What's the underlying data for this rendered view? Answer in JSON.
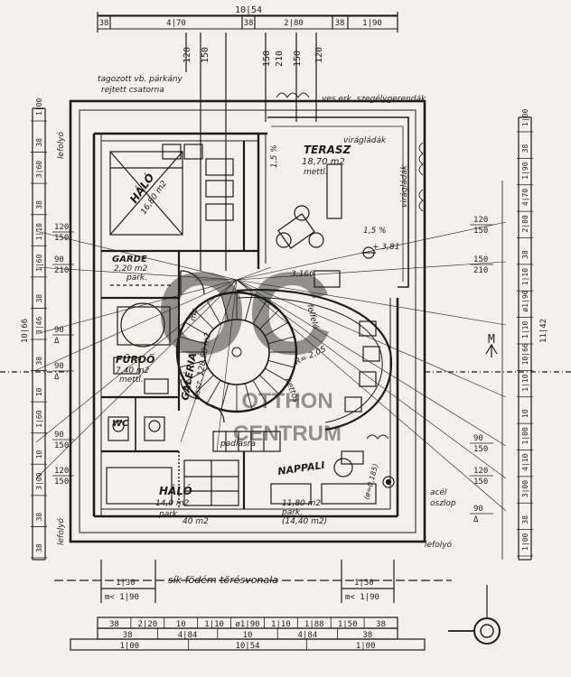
{
  "colors": {
    "paper": "#f4f1ea",
    "ink": "#1c1c1c",
    "watermark": "#9a9a9a"
  },
  "watermark": {
    "line1": "OTTHON",
    "line2": "CENTRUM",
    "logo": "OC"
  },
  "top_dims": {
    "total": "10|54",
    "segments": [
      "38",
      "4|70",
      "38",
      "2|80",
      "38",
      "1|90"
    ]
  },
  "bottom_dims": {
    "row1": [
      "38",
      "2|20",
      "10",
      "1|10",
      "ø1|90",
      "1|10",
      "1|88",
      "1|50",
      "38"
    ],
    "row2": [
      "38",
      "4|84",
      "10",
      "4|84",
      "38"
    ],
    "row3": [
      "1|00",
      "10|54",
      "1|00"
    ]
  },
  "vertical_dims_top": [
    "120",
    "150",
    "150",
    "210",
    "150",
    "120"
  ],
  "left_dims": [
    "1|00",
    "38",
    "3|60",
    "38",
    "1|10",
    "1|60",
    "38",
    "3|46",
    "38",
    "10",
    "1|60",
    "10",
    "3|00",
    "38",
    "38"
  ],
  "left_total": "10|66",
  "right_dims": [
    "1|00",
    "38",
    "1|90",
    "4|70",
    "2|80",
    "38",
    "1|10",
    "ø1|90",
    "1|10",
    "10|66",
    "1|10",
    "10",
    "1|00",
    "4|10",
    "3|00",
    "38",
    "1|00"
  ],
  "right_total": "11|42",
  "pairs_left": [
    {
      "a": "120",
      "b": "150"
    },
    {
      "a": "90",
      "b": "210"
    },
    {
      "a": "90",
      "b": "Δ"
    },
    {
      "a": "90",
      "b": "Δ"
    },
    {
      "a": "90",
      "b": "150"
    },
    {
      "a": "120",
      "b": "150"
    }
  ],
  "pairs_right": [
    {
      "a": "120",
      "b": "150"
    },
    {
      "a": "150",
      "b": "210"
    },
    {
      "a": "90",
      "b": "150"
    },
    {
      "a": "120",
      "b": "150"
    },
    {
      "a": "90",
      "b": "Δ"
    }
  ],
  "labels": {
    "tagozott1": "tagozott vb. párkány",
    "tagozott2": "rejtett csatorna",
    "ves": "ves erk. szegélygerendák",
    "viragladak_top": "virágládák",
    "viragladak_side": "virágládák",
    "terasz": "TERASZ",
    "terasz_area": "18,70 m2",
    "terasz_floor": "mettl.",
    "halo1": "HÁLÓ",
    "halo1_area": "16,80 m2",
    "garde": "GARDE",
    "garde_area": "2,20 m2",
    "garde_floor": "park.",
    "furdo": "FÜRDŐ",
    "furdo_area": "7,40 m2",
    "furdo_floor": "mettl.",
    "wc": "WC",
    "galeria": "GALÉRIA",
    "galeria_area": "össz. 128,50 m2",
    "galeria_floor": "mc.",
    "halo2": "HÁLÓ",
    "halo2_area": "14,0 m2",
    "halo2_floor": "park.",
    "halo2_extra": "40 m2",
    "nappali": "NAPPALI",
    "nappali_area": "11,80 m2",
    "nappali_floor": "park.",
    "nappali_extra": "(14,40 m2)",
    "padlasra": "padlásra",
    "lefolyo1": "lefolyó",
    "lefolyo2": "lefolyó",
    "lefolyo3": "lefolyó",
    "acel": "acél",
    "oszlop": "oszlop",
    "oszlop_d": "(ø=0,185)",
    "lejto": "1,5 %",
    "lejto2": "1,5 %",
    "kota": "+ 3,81",
    "m3166": "3,166",
    "felfele": "felfelé",
    "kettes": "kettős",
    "radius": "R= 2,05",
    "north": "M",
    "sik": "sík födém törésvonala",
    "dim130a": "1|30",
    "dimm190a": "m< 1|90",
    "dim130b": "1|30",
    "dimm190b": "m< 1|90"
  }
}
